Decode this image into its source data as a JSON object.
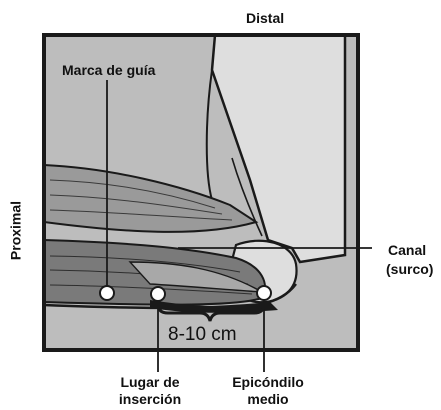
{
  "labels": {
    "distal": "Distal",
    "proximal": "Proximal",
    "guide_mark": "Marca de guía",
    "canal_line1": "Canal",
    "canal_line2": "(surco)",
    "measurement": "8-10 cm",
    "insertion_line1": "Lugar de",
    "insertion_line2": "inserción",
    "epicondyle_line1": "Epicóndilo",
    "epicondyle_line2": "medio"
  },
  "colors": {
    "frame": "#1a1a1a",
    "background": "#bdbdbd",
    "forearm": "#dedede",
    "muscle_dark": "#6f6f6f",
    "muscle_mid": "#9a9a9a",
    "marker_fill": "#ffffff"
  }
}
